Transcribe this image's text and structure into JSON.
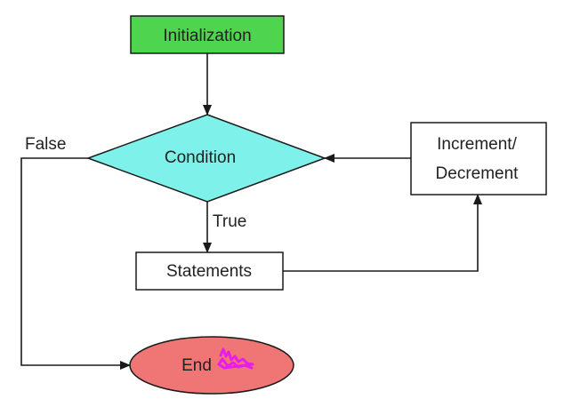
{
  "diagram": {
    "type": "flowchart",
    "nodes": {
      "initialization": {
        "label": "Initialization",
        "shape": "rectangle",
        "fill": "#4fd44f"
      },
      "condition": {
        "label": "Condition",
        "shape": "diamond",
        "fill": "#7ef2ea"
      },
      "statements": {
        "label": "Statements",
        "shape": "rectangle",
        "fill": "#ffffff"
      },
      "increment": {
        "label_line1": "Increment/",
        "label_line2": "Decrement",
        "shape": "rectangle",
        "fill": "#ffffff"
      },
      "end": {
        "label": "End",
        "shape": "ellipse",
        "fill": "#f07575"
      }
    },
    "edges": [
      {
        "from": "initialization",
        "to": "condition",
        "label": ""
      },
      {
        "from": "condition",
        "to": "statements",
        "label": "True"
      },
      {
        "from": "statements",
        "to": "increment",
        "label": ""
      },
      {
        "from": "increment",
        "to": "condition",
        "label": ""
      },
      {
        "from": "condition",
        "to": "end",
        "label": "False"
      }
    ],
    "edge_labels": {
      "true_label": "True",
      "false_label": "False"
    },
    "colors": {
      "line": "#1a1a1a",
      "annotation_mark": "#e81ee8"
    }
  }
}
